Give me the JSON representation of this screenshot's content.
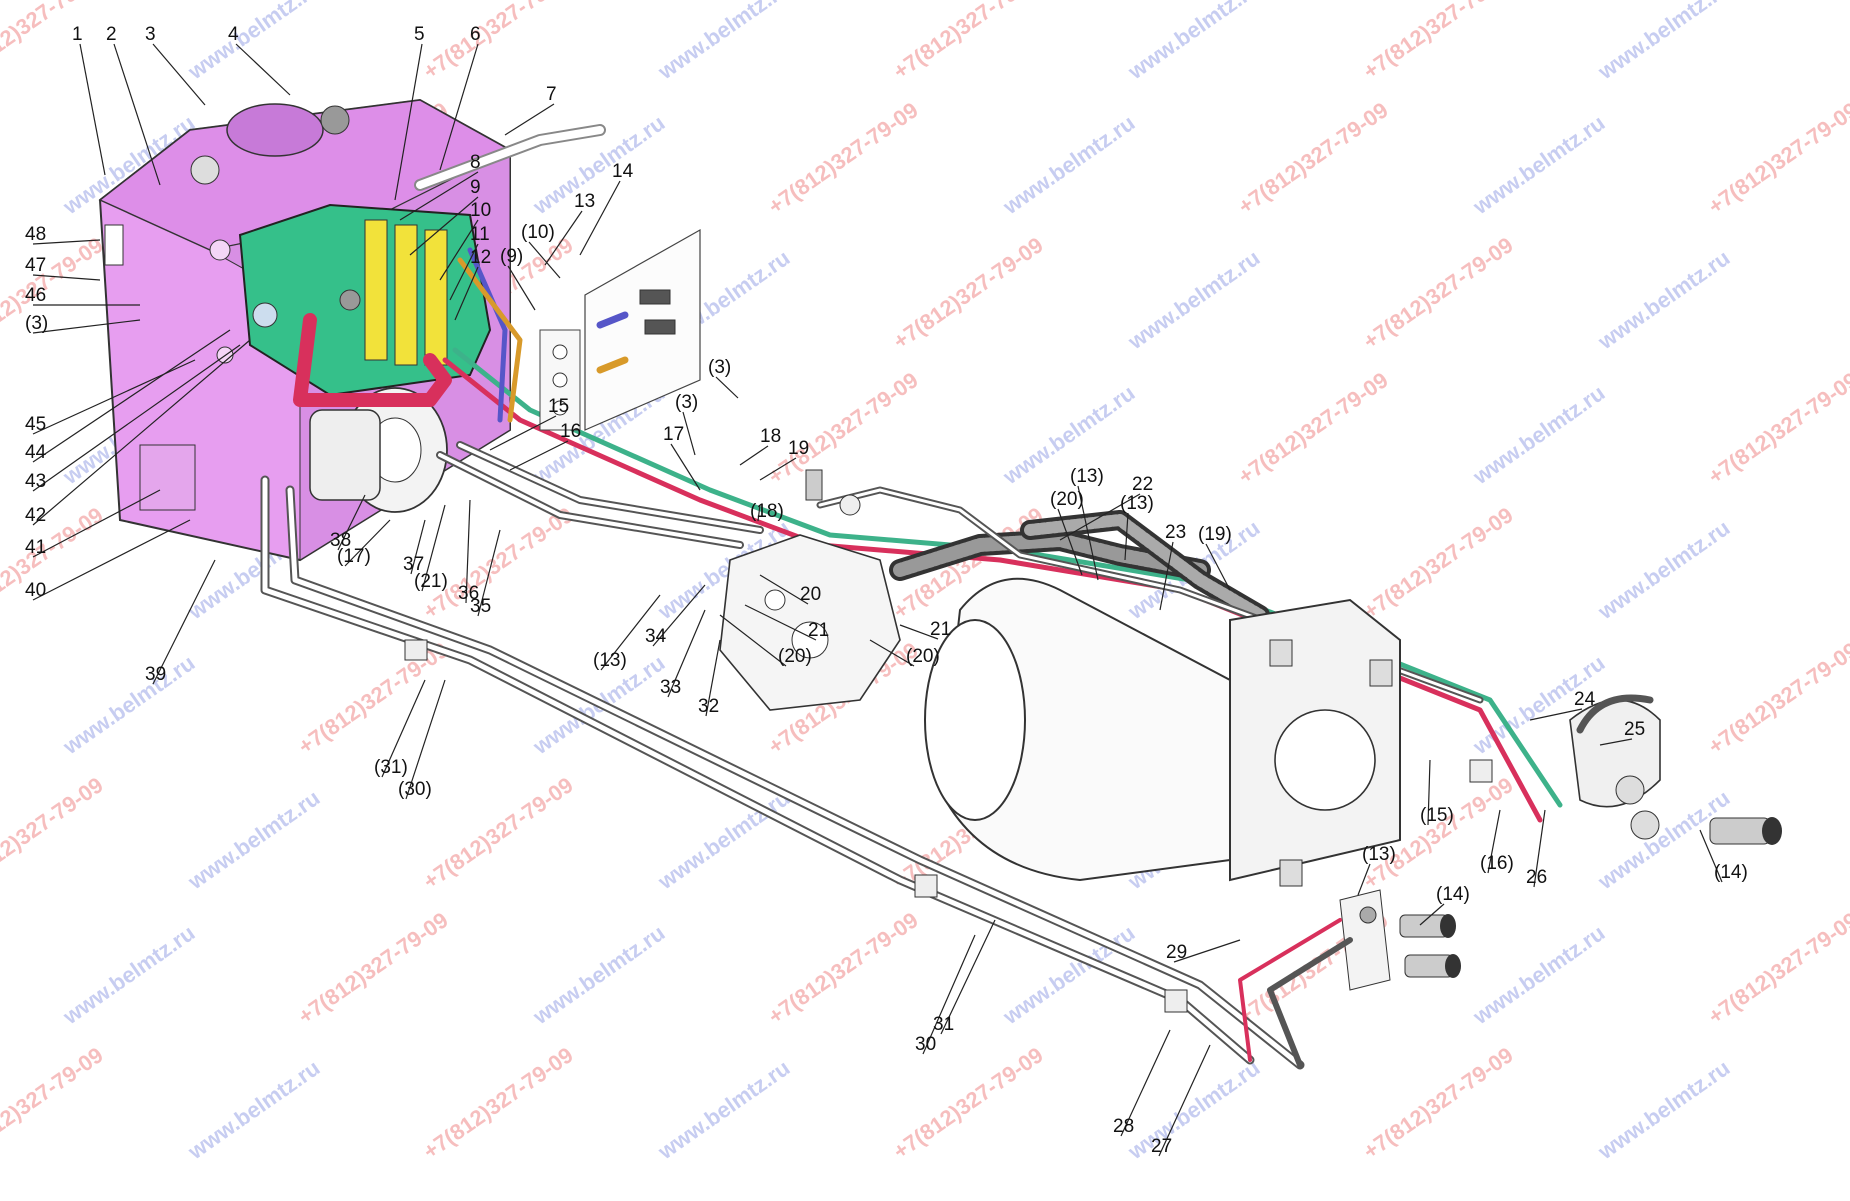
{
  "diagram": {
    "labels": [
      "1",
      "2",
      "3",
      "4",
      "5",
      "6",
      "7",
      "8",
      "9",
      "10",
      "11",
      "12",
      "(10)",
      "13",
      "14",
      "(9)",
      "(3)",
      "15",
      "16",
      "17",
      "(3)",
      "18",
      "19",
      "(18)",
      "20",
      "21",
      "(20)",
      "(13)",
      "22",
      "(20)",
      "(13)",
      "23",
      "(19)",
      "24",
      "25",
      "(14)",
      "26",
      "(16)",
      "(15)",
      "(13)",
      "(14)",
      "29",
      "31",
      "30",
      "28",
      "27",
      "(31)",
      "(30)",
      "48",
      "47",
      "46",
      "(3)",
      "45",
      "44",
      "43",
      "42",
      "41",
      "40",
      "39",
      "38",
      "(17)",
      "37",
      "(21)",
      "36",
      "35",
      "34",
      "(13)",
      "33",
      "32",
      "(20)",
      "21"
    ],
    "watermark": {
      "phone": "+7(812)327-79-09",
      "site": "www.belmtz.ru",
      "color_red": "#f08a8a",
      "color_blue": "#9aa6e6"
    },
    "colors": {
      "tank": "#e79ef0",
      "valve_block": "#35c08a",
      "spools": "#f2e23a",
      "pipe_red": "#d8305c",
      "pipe_green": "#3db28a",
      "pipe_blue": "#5656c8",
      "pipe_orange": "#d89a2a",
      "metal_line": "#555555"
    }
  }
}
